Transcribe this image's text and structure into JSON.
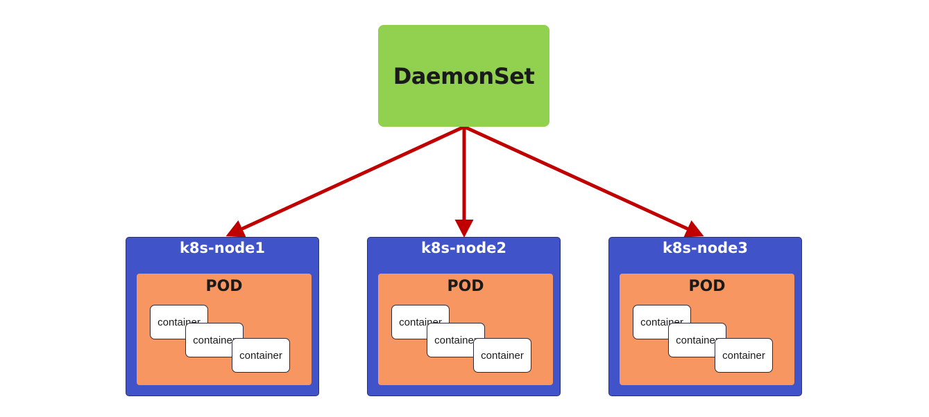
{
  "daemonset": {
    "label": "DaemonSet",
    "color": "#92d050"
  },
  "arrow_color": "#c00000",
  "nodes": [
    {
      "title": "k8s-node1",
      "pod": {
        "title": "POD",
        "containers": [
          "container",
          "container",
          "container"
        ]
      }
    },
    {
      "title": "k8s-node2",
      "pod": {
        "title": "POD",
        "containers": [
          "container",
          "container",
          "container"
        ]
      }
    },
    {
      "title": "k8s-node3",
      "pod": {
        "title": "POD",
        "containers": [
          "container",
          "container",
          "container"
        ]
      }
    }
  ],
  "colors": {
    "node": "#4153c9",
    "pod": "#f79660",
    "container": "#ffffff"
  }
}
